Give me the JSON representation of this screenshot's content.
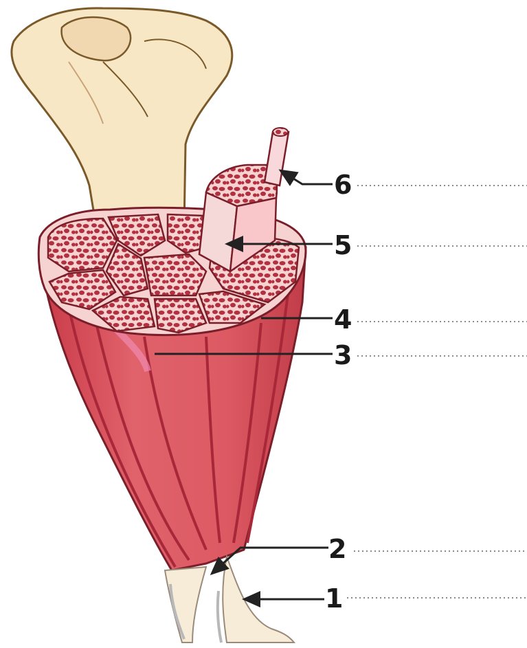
{
  "labels": [
    {
      "id": "label-1",
      "text": "1"
    },
    {
      "id": "label-2",
      "text": "2"
    },
    {
      "id": "label-3",
      "text": "3"
    },
    {
      "id": "label-4",
      "text": "4"
    },
    {
      "id": "label-5",
      "text": "5"
    },
    {
      "id": "label-6",
      "text": "6"
    }
  ],
  "colors": {
    "bone": "#f7e7c4",
    "bone_outline": "#7a5a2a",
    "muscle": "#de5a64",
    "muscle_dark": "#a8283a",
    "fascicle_fill": "#f6d2d0",
    "fiber_dots": "#b23040",
    "leader_line": "#222222",
    "dotted_line": "#888888"
  }
}
